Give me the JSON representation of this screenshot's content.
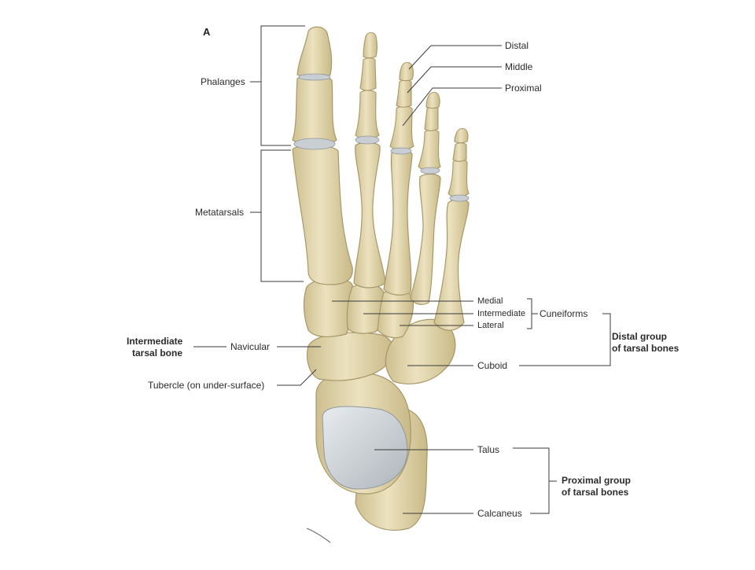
{
  "panel_letter": "A",
  "labels": {
    "phalanges": "Phalanges",
    "metatarsals": "Metatarsals",
    "distal": "Distal",
    "middle": "Middle",
    "proximal": "Proximal",
    "medial": "Medial",
    "intermediate": "Intermediate",
    "lateral": "Lateral",
    "cuneiforms": "Cuneiforms",
    "distal_group_line1": "Distal group",
    "distal_group_line2": "of tarsal bones",
    "intermediate_tarsal_line1": "Intermediate",
    "intermediate_tarsal_line2": "tarsal bone",
    "navicular": "Navicular",
    "tubercle": "Tubercle (on under-surface)",
    "cuboid": "Cuboid",
    "talus": "Talus",
    "proximal_group_line1": "Proximal group",
    "proximal_group_line2": "of tarsal bones",
    "calcaneus": "Calcaneus"
  },
  "colors": {
    "bone": "#e3d7ae",
    "bone_shadow": "#c7b98a",
    "bone_outline": "#a89868",
    "cartilage": "#c9ced3",
    "line": "#3a3a3a"
  }
}
